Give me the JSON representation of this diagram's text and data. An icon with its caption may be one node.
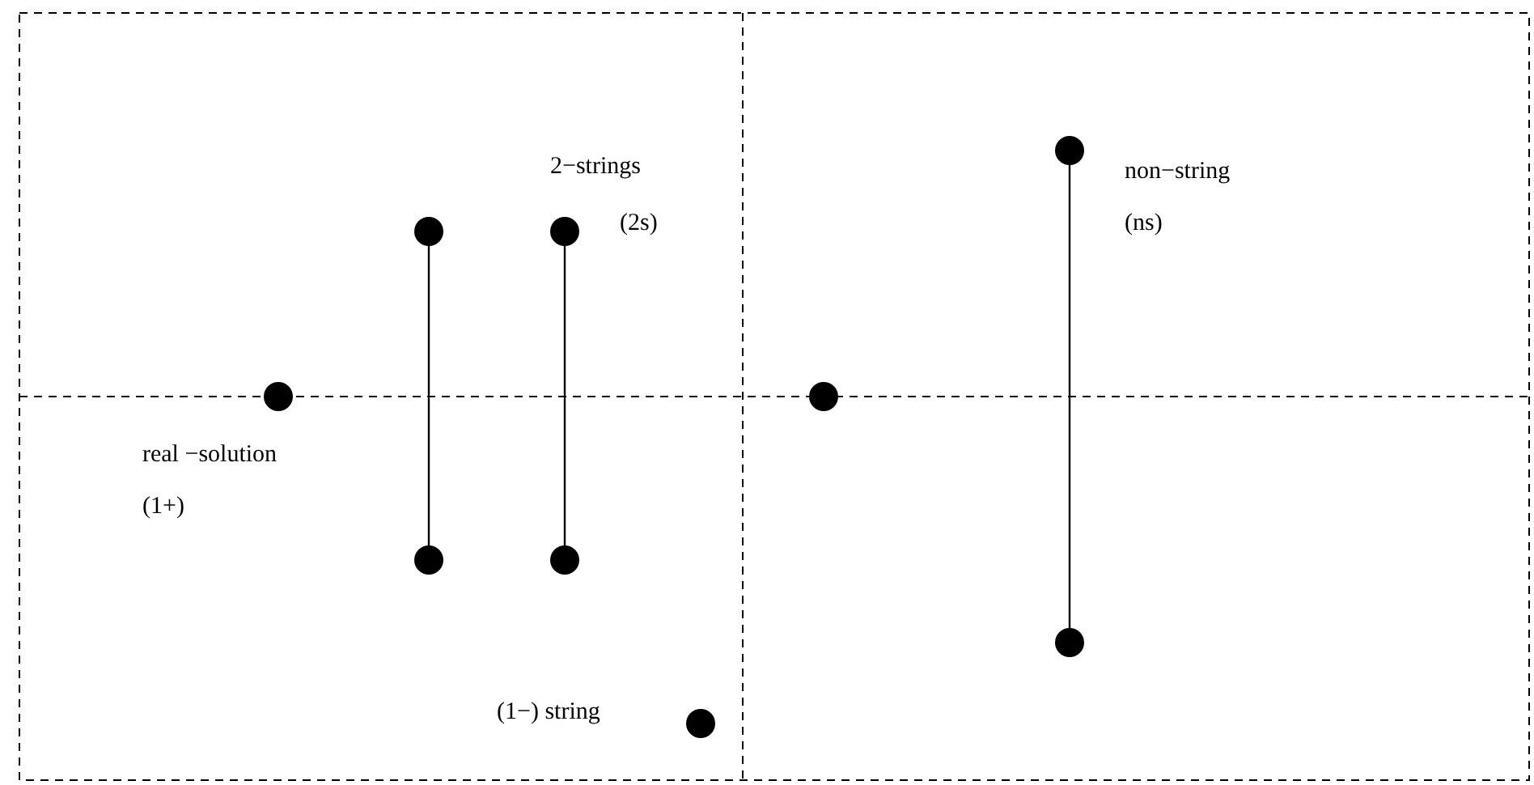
{
  "diagram": {
    "nodes": [
      {
        "text": [],
        "shape": "circle"
      },
      {
        "text": [],
        "shape": "circle"
      },
      {
        "text": [],
        "shape": "circle"
      },
      {
        "text": [],
        "shape": "circle"
      },
      {
        "text": [],
        "shape": "circle"
      },
      {
        "text": [],
        "shape": "circle"
      },
      {
        "text": [],
        "shape": "circle"
      },
      {
        "text": [],
        "shape": "circle"
      },
      {
        "text": [],
        "shape": "circle"
      }
    ],
    "edges": [
      {
        "from": 1,
        "to": 2,
        "arrow": "none"
      },
      {
        "from": 3,
        "to": 4,
        "arrow": "none"
      },
      {
        "from": 7,
        "to": 8,
        "arrow": "none"
      }
    ],
    "labels": [
      "2−strings",
      "(2s)",
      "non−string",
      "(ns)",
      "real −solution",
      "(1+)",
      "(1−) string"
    ]
  }
}
